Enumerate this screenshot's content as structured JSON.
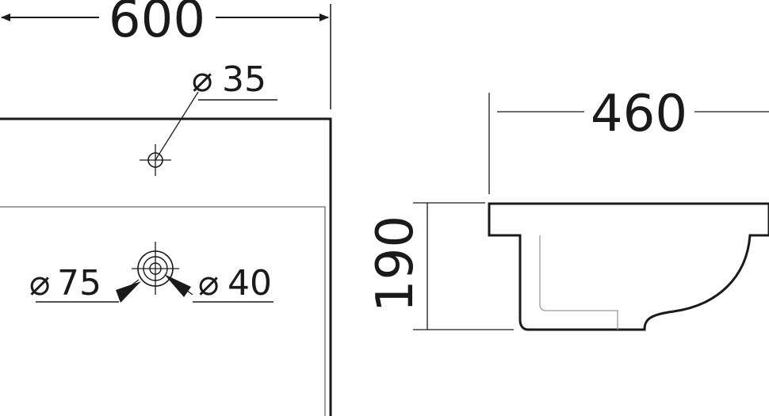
{
  "top_view": {
    "width_label": "600",
    "tap_hole": {
      "symbol": "⌀",
      "value": "35"
    },
    "drain_outer": {
      "symbol": "⌀",
      "value": "75"
    },
    "drain_inner": {
      "symbol": "⌀",
      "value": "40"
    }
  },
  "side_view": {
    "width_label": "460",
    "height_label": "190"
  },
  "colors": {
    "line": "#1a1a1a",
    "thin_line": "#8a8a8a"
  }
}
